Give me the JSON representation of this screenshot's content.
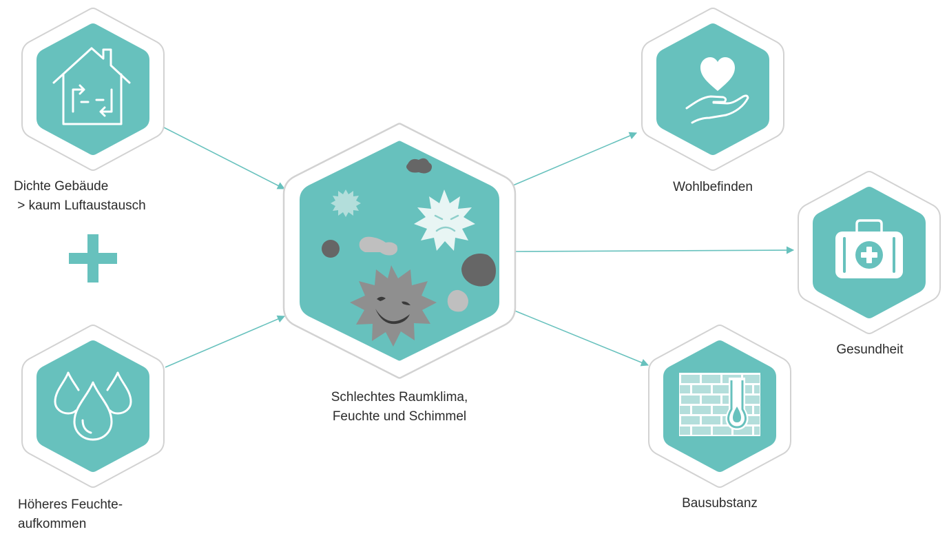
{
  "colors": {
    "teal": "#67c1bd",
    "teal_light": "#b3dedb",
    "hex_outline": "#d2d2d2",
    "arrow": "#67c1bd",
    "text": "#2b2b2b",
    "mold_dark": "#666666",
    "mold_mid": "#8f8f8f",
    "mold_light": "#bfbfbf",
    "mold_pale": "#e8f5f4"
  },
  "nodes": {
    "dense_building": {
      "icon": "house-airflow-icon",
      "label_line1": "Dichte Gebäude",
      "label_line2": " > kaum Luftaustausch"
    },
    "plus_sign": {
      "icon": "plus-icon"
    },
    "moisture": {
      "icon": "water-drops-icon",
      "label_line1": "Höheres Feuchte-",
      "label_line2": "aufkommen"
    },
    "indoor_climate": {
      "icon": "mold-spores-icon",
      "label_line1": "Schlechtes Raumklima,",
      "label_line2": "Feuchte und Schimmel"
    },
    "wellbeing": {
      "icon": "heart-hand-icon",
      "label": "Wohlbefinden"
    },
    "health": {
      "icon": "first-aid-kit-icon",
      "label": "Gesundheit"
    },
    "building_fabric": {
      "icon": "damp-brick-wall-icon",
      "label": "Bausubstanz"
    }
  }
}
